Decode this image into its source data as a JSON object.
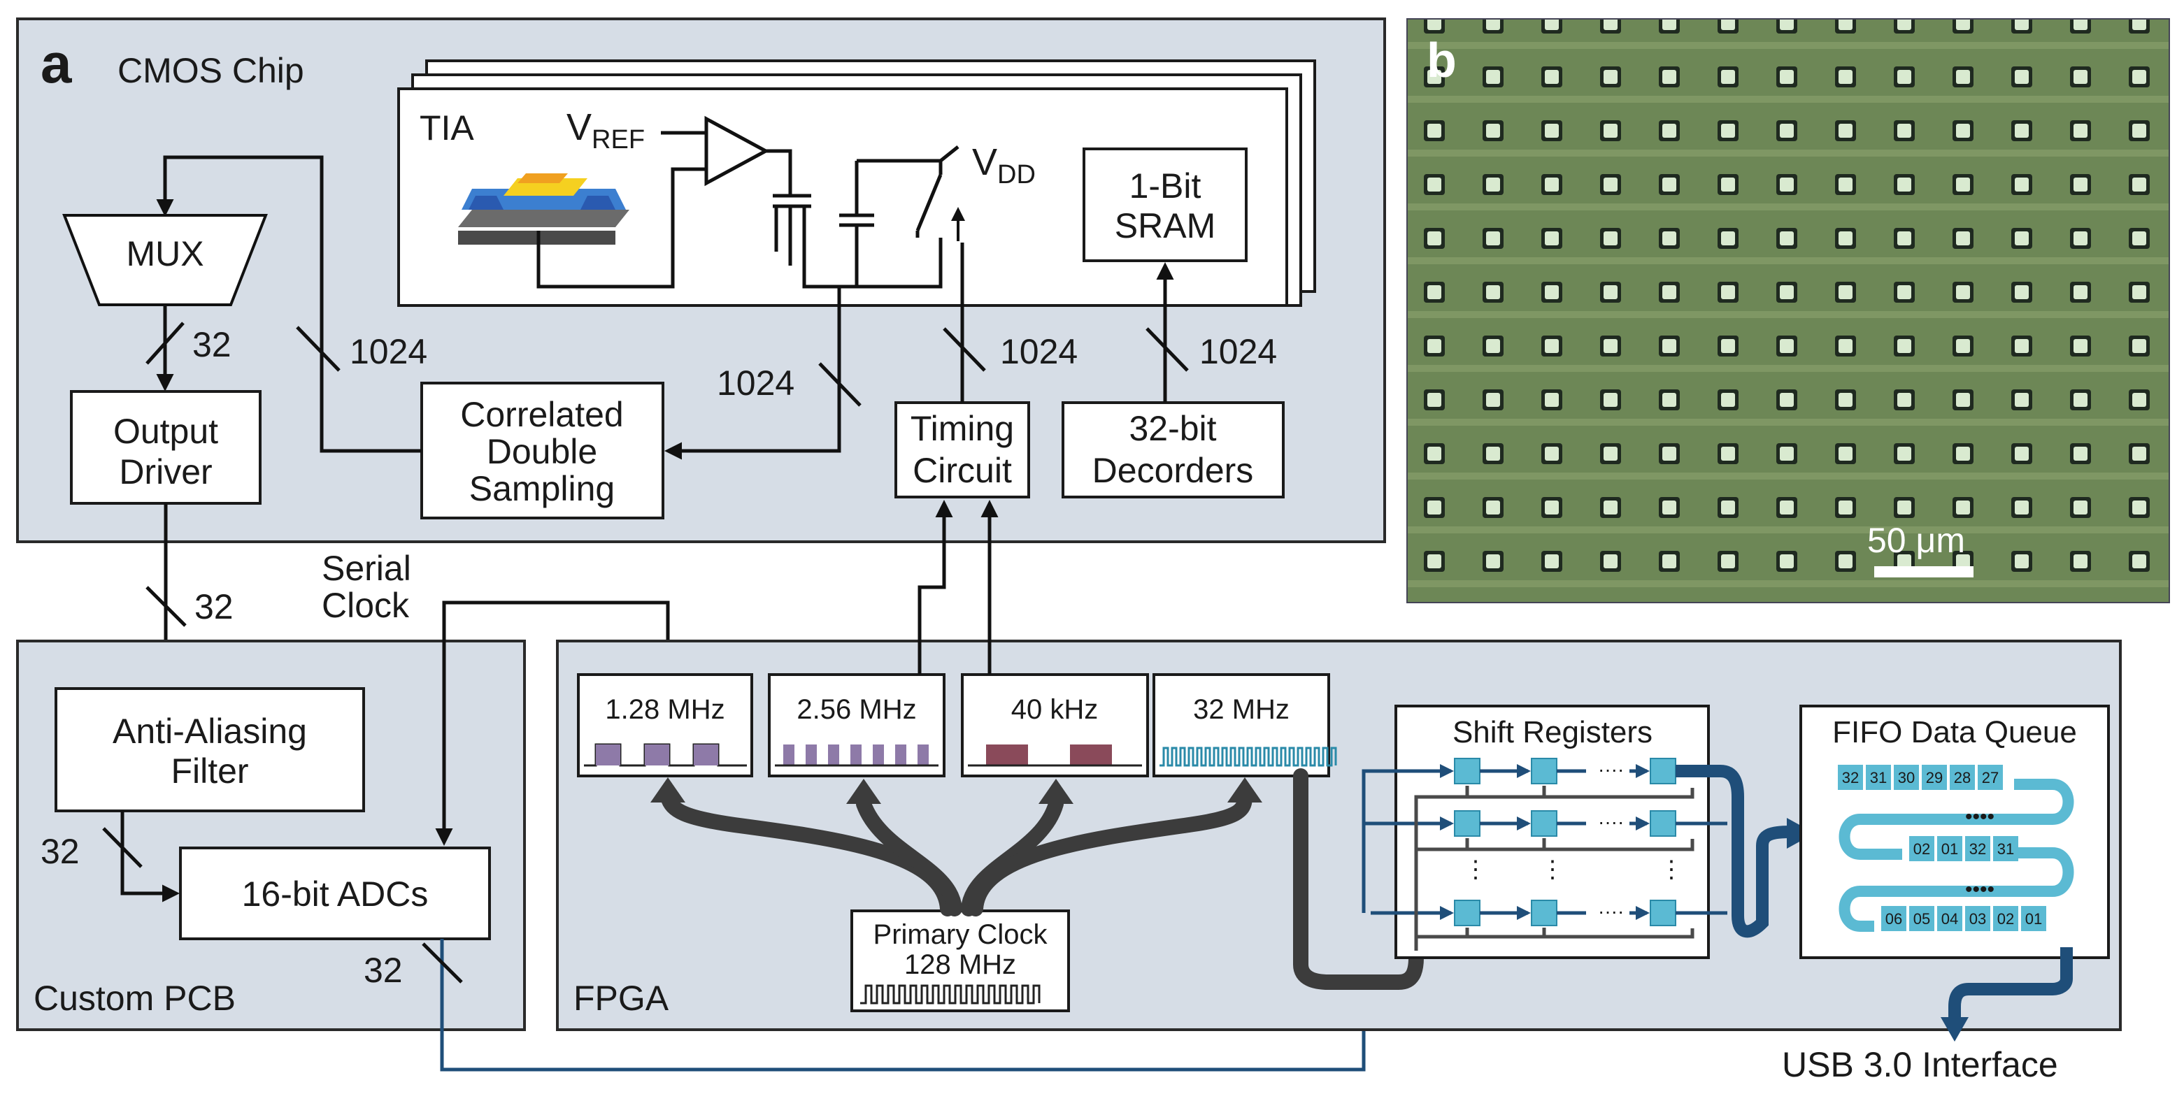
{
  "panel_a": {
    "letter": "a",
    "cmos_title": "CMOS Chip",
    "tia_label": "TIA",
    "vref": "V",
    "vref_sub": "REF",
    "vdd": "V",
    "vdd_sub": "DD",
    "sram": [
      "1-Bit",
      "SRAM"
    ],
    "mux": "MUX",
    "output_driver": [
      "Output",
      "Driver"
    ],
    "cds": [
      "Correlated",
      "Double",
      "Sampling"
    ],
    "timing": [
      "Timing",
      "Circuit"
    ],
    "decoders": [
      "32-bit",
      "Decorders"
    ],
    "bus_32_a": "32",
    "bus_1024_a": "1024",
    "bus_1024_b": "1024",
    "bus_1024_c": "1024",
    "bus_1024_d": "1024",
    "bus_32_b": "32",
    "serial_clock": [
      "Serial",
      "Clock"
    ],
    "pcb_title": "Custom PCB",
    "anti_alias": [
      "Anti-Aliasing",
      "Filter"
    ],
    "adc": "16-bit ADCs",
    "bus_32_c": "32",
    "bus_32_d": "32",
    "fpga_title": "FPGA",
    "clocks": [
      "1.28 MHz",
      "2.56 MHz",
      "40 kHz",
      "32 MHz"
    ],
    "primary_clock": [
      "Primary Clock",
      "128 MHz"
    ],
    "shift_registers": "Shift Registers",
    "fifo_title": "FIFO Data Queue",
    "fifo_row1": [
      "32",
      "31",
      "30",
      "29",
      "28",
      "27"
    ],
    "fifo_row2": [
      "02",
      "01",
      "32",
      "31"
    ],
    "fifo_row3": [
      "06",
      "05",
      "04",
      "03",
      "02",
      "01"
    ],
    "usb": "USB 3.0 Interface"
  },
  "panel_b": {
    "letter": "b",
    "scale_bar": "50 μm"
  },
  "colors": {
    "panel_bg": "#d6dde6",
    "clock_purple": "#8e7aa8",
    "clock_maroon": "#8a4a5a",
    "clock_blue": "#5bbad3",
    "bus_blue": "#1f4e79",
    "micro_bg": "#6f8a55"
  }
}
